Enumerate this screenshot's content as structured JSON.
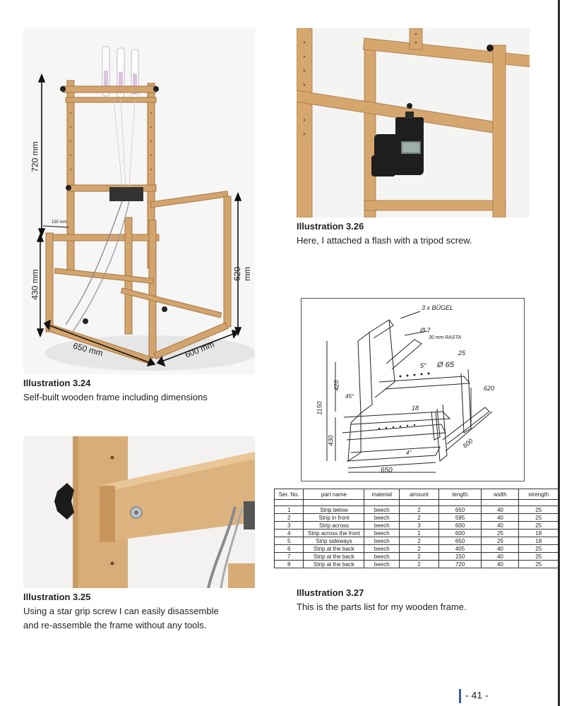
{
  "ill24": {
    "title": "Illustration 3.24",
    "desc": "Self-built wooden frame including dimensions",
    "dims": {
      "height_upper": "720 mm",
      "height_lower": "430 mm",
      "height_right": "620 mm",
      "width_front": "650 mm",
      "depth": "600 mm",
      "small": "150 mm"
    }
  },
  "ill25": {
    "title": "Illustration 3.25",
    "desc_line1": "Using a star grip screw I can easily disassemble",
    "desc_line2": "and re-assemble the frame without any tools."
  },
  "ill26": {
    "title": "Illustration 3.26",
    "desc": "Here, I attached a flash with a tripod screw."
  },
  "ill27": {
    "title": "Illustration 3.27",
    "desc": "This is the parts list for my wooden frame.",
    "sketch": {
      "a": "3 x BÜGEL",
      "b": "Ø 7",
      "c": "30 mm RASTA",
      "d": "25",
      "e": "5°",
      "f": "Ø 65",
      "g": "620",
      "h": "420",
      "i": "45°",
      "j": "1150",
      "k": "430",
      "l": "18",
      "m": "650",
      "n": "600",
      "o": "4°"
    }
  },
  "table": {
    "headers": [
      "Ser. No.",
      "part name",
      "material",
      "amount",
      "length",
      "width",
      "strength"
    ],
    "rows": [
      [
        "1",
        "Strip below",
        "beech",
        "2",
        "650",
        "40",
        "25"
      ],
      [
        "2",
        "Strip in front",
        "beech",
        "2",
        "595",
        "40",
        "25"
      ],
      [
        "3",
        "Strip across",
        "beech",
        "3",
        "600",
        "40",
        "25"
      ],
      [
        "4",
        "Strip across the front",
        "beech",
        "1",
        "600",
        "25",
        "18"
      ],
      [
        "5",
        "Strip sideways",
        "beech",
        "2",
        "650",
        "25",
        "18"
      ],
      [
        "6",
        "Strip at the back",
        "beech",
        "2",
        "405",
        "40",
        "25"
      ],
      [
        "7",
        "Strip at the back",
        "beech",
        "2",
        "150",
        "40",
        "25"
      ],
      [
        "8",
        "Strip at the back",
        "beech",
        "2",
        "720",
        "40",
        "25"
      ]
    ]
  },
  "page_number": "- 41 -",
  "colors": {
    "wood": "#d2a46e",
    "wood_dark": "#a9763f",
    "accent": "#3b5ba8"
  }
}
